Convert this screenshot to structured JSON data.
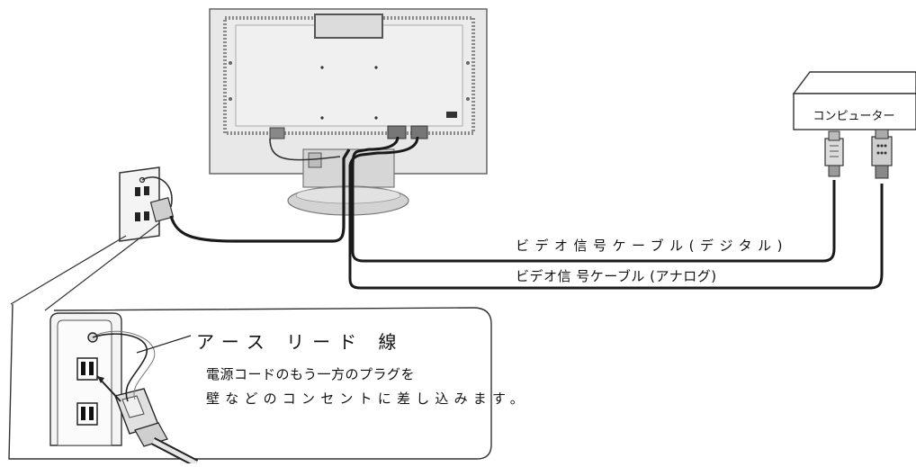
{
  "labels": {
    "computer": "コンピューター",
    "digital_cable": "ビデオ信号ケーブル(デジタル)",
    "analog_cable": "ビデオ信 号ケーブル (アナログ)",
    "earth_lead": "アース リード 線",
    "instruction_line1": "電源コードのもう一方のプラグを",
    "instruction_line2": "壁などのコンセントに差し込みます。"
  },
  "colors": {
    "line": "#1a1a1a",
    "monitor_fill": "#e6e6e6",
    "monitor_dark": "#7a7a7a",
    "outlet_fill": "#f2f2f2"
  },
  "icons": {
    "monitor": "monitor-rear-view",
    "computer": "computer-box",
    "wall_outlet": "wall-outlet",
    "plug": "power-plug",
    "connector": "dvi-vga-connector"
  }
}
